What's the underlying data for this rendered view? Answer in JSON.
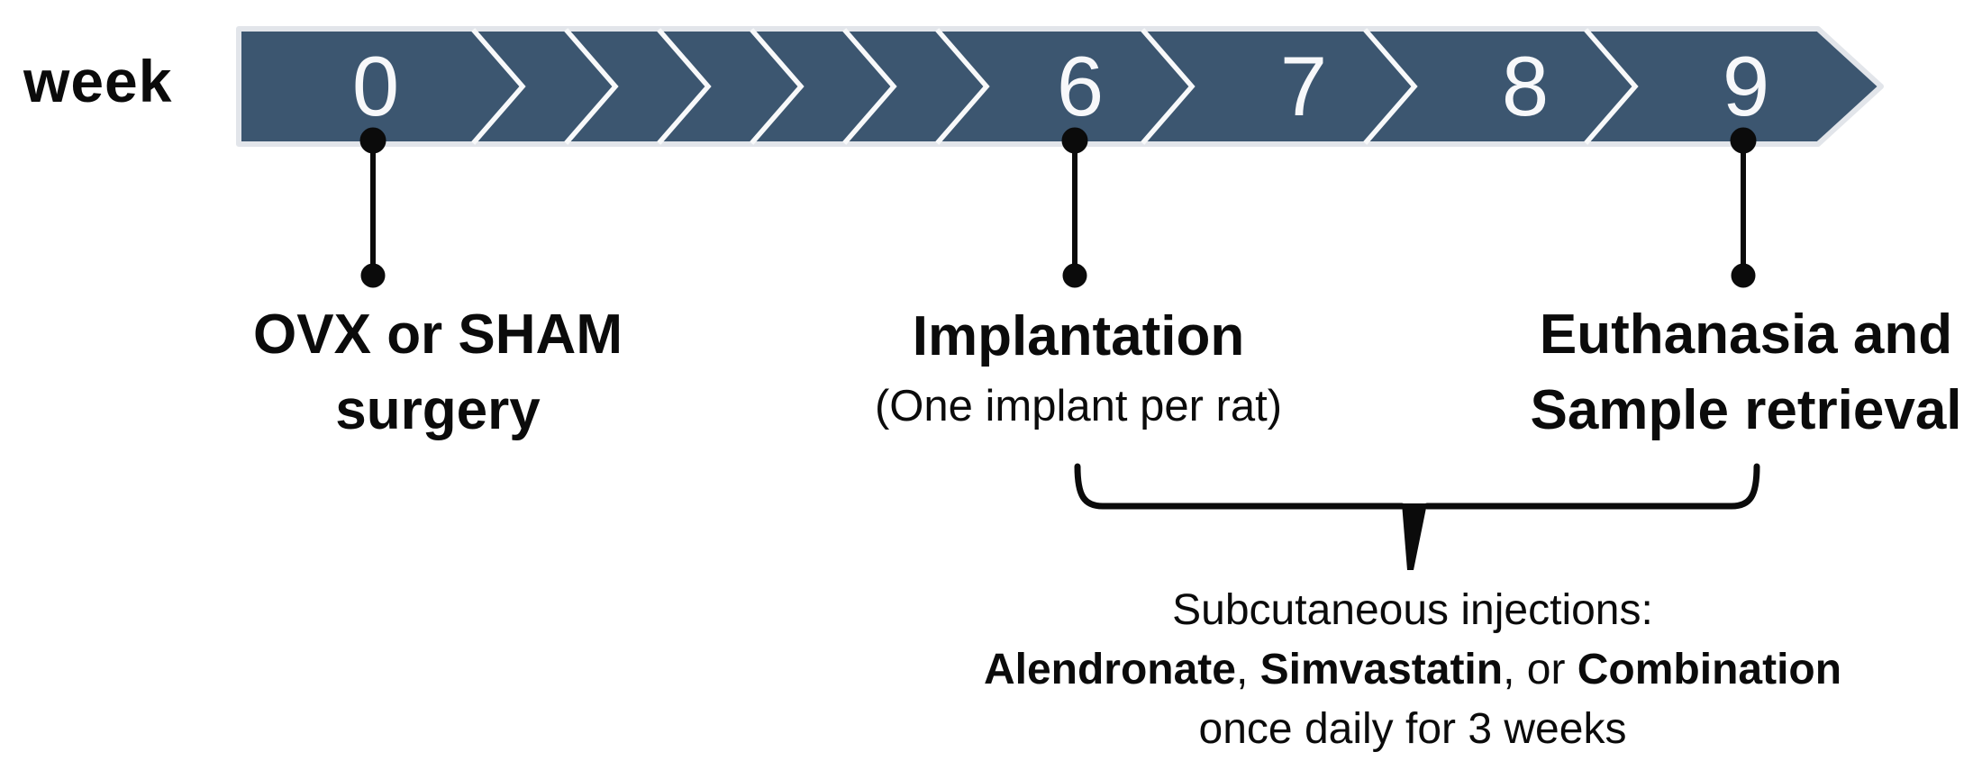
{
  "figure": {
    "axis_label": "week",
    "weeks": [
      "0",
      "6",
      "7",
      "8",
      "9"
    ],
    "events": [
      {
        "week": "0",
        "line1": "OVX or SHAM",
        "line2": "surgery"
      },
      {
        "week": "6",
        "line1": "Implantation",
        "line2": "(One implant per rat)"
      },
      {
        "week": "9",
        "line1": "Euthanasia and",
        "line2": "Sample retrieval"
      }
    ],
    "injection_note": {
      "line1": "Subcutaneous injections:",
      "line2_parts": [
        {
          "text": "Alendronate",
          "bold": true
        },
        {
          "text": ", ",
          "bold": false
        },
        {
          "text": "Simvastatin",
          "bold": true
        },
        {
          "text": ", or ",
          "bold": false
        },
        {
          "text": "Combination",
          "bold": true
        }
      ],
      "line3": "once daily for 3 weeks"
    }
  },
  "colors": {
    "bar_fill": "#3c5670",
    "bar_edge": "#e2e5ea",
    "chevron": "#f8f9fa",
    "week_number": "#f7f8fa",
    "ink": "#0b0b0b"
  }
}
